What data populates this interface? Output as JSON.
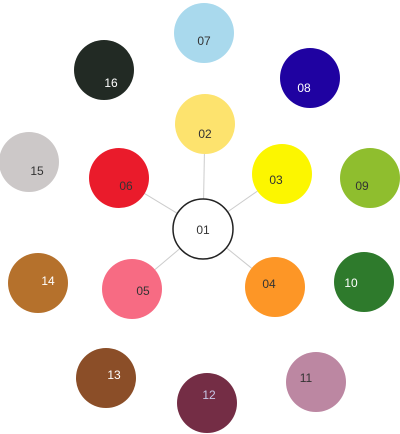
{
  "diagram": {
    "center": {
      "id": "01",
      "label": "01",
      "fill": "#ffffff",
      "stroke": "#222222",
      "text_color": "#333333"
    },
    "connector_color": "#cccccc",
    "nodes": [
      {
        "id": "02",
        "label": "02",
        "fill": "#fde36e",
        "text_color": "#333333"
      },
      {
        "id": "03",
        "label": "03",
        "fill": "#fcf600",
        "text_color": "#333333"
      },
      {
        "id": "04",
        "label": "04",
        "fill": "#fd9626",
        "text_color": "#333333"
      },
      {
        "id": "05",
        "label": "05",
        "fill": "#f76b83",
        "text_color": "#333333"
      },
      {
        "id": "06",
        "label": "06",
        "fill": "#ea1b2b",
        "text_color": "#333333"
      },
      {
        "id": "07",
        "label": "07",
        "fill": "#a9d9ed",
        "text_color": "#333333"
      },
      {
        "id": "08",
        "label": "08",
        "fill": "#1f02a1",
        "text_color": "#ffffff"
      },
      {
        "id": "09",
        "label": "09",
        "fill": "#8fbe2e",
        "text_color": "#333333"
      },
      {
        "id": "10",
        "label": "10",
        "fill": "#2e7a2c",
        "text_color": "#ffffff"
      },
      {
        "id": "11",
        "label": "11",
        "fill": "#bc87a2",
        "text_color": "#333333"
      },
      {
        "id": "12",
        "label": "12",
        "fill": "#742d45",
        "text_color": "#c7c7e6"
      },
      {
        "id": "13",
        "label": "13",
        "fill": "#8b4e28",
        "text_color": "#ffffff"
      },
      {
        "id": "14",
        "label": "14",
        "fill": "#b5712c",
        "text_color": "#ffffff"
      },
      {
        "id": "15",
        "label": "15",
        "fill": "#ccc8c8",
        "text_color": "#333333"
      },
      {
        "id": "16",
        "label": "16",
        "fill": "#222a24",
        "text_color": "#ffffff"
      }
    ],
    "connected_node_ids": [
      "02",
      "03",
      "04",
      "05",
      "06"
    ]
  }
}
